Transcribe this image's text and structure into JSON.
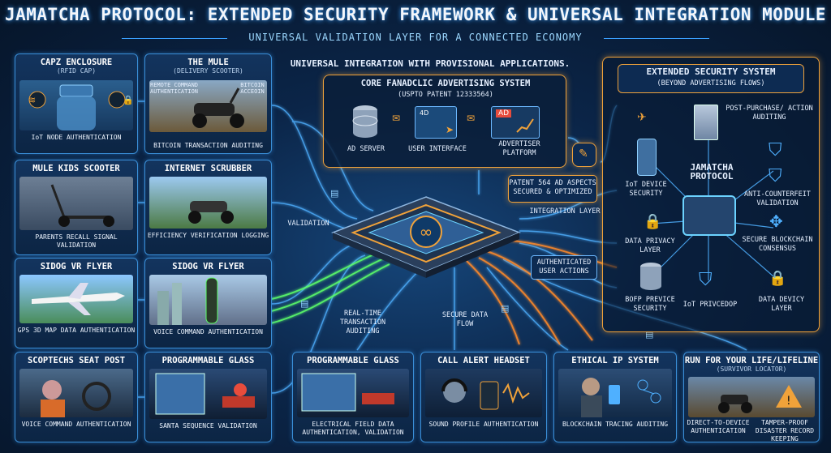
{
  "title": "JAMATCHA PROTOCOL: EXTENDED SECURITY FRAMEWORK & UNIVERSAL INTEGRATION MODULE",
  "subtitle": "UNIVERSAL VALIDATION LAYER FOR A CONNECTED ECONOMY",
  "header_integration": "UNIVERSAL INTEGRATION WITH PROVISIONAL APPLICATIONS.",
  "left_column": [
    {
      "title": "CAPZ ENCLOSURE",
      "sub": "(RFID CAP)",
      "caption": "IoT NODE AUTHENTICATION"
    },
    {
      "title": "MULE KIDS SCOOTER",
      "caption": "PARENTS RECALL SIGNAL VALIDATION"
    },
    {
      "title": "SIDOG VR FLYER",
      "caption": "GPS 3D MAP DATA AUTHENTICATION"
    },
    {
      "title": "SCOPTECHS SEAT POST",
      "caption": "VOICE COMMAND AUTHENTICATION"
    }
  ],
  "second_column": [
    {
      "title": "THE MULE",
      "sub": "(DELIVERY SCOOTER)",
      "note_left": "REMOTE COMMAND AUTHENTICATION",
      "note_right": "BITCOIN ACCEOIN",
      "caption": "BITCOIN TRANSACTION AUDITING"
    },
    {
      "title": "INTERNET SCRUBBER",
      "caption": "EFFICIENCY VERIFICATION LOGGING"
    },
    {
      "title": "SIDOG VR FLYER",
      "caption": "VOICE COMMAND AUTHENTICATION"
    },
    {
      "title": "PROGRAMMABLE GLASS",
      "caption": "SANTA SEQUENCE VALIDATION"
    }
  ],
  "bottom_row": [
    {
      "title": "PROGRAMMABLE GLASS",
      "caption": "ELECTRICAL FIELD DATA AUTHENTICATION, VALIDATION"
    },
    {
      "title": "CALL ALERT HEADSET",
      "caption": "SOUND PROFILE AUTHENTICATION"
    },
    {
      "title": "ETHICAL IP SYSTEM",
      "caption": "BLOCKCHAIN TRACING AUDITING"
    },
    {
      "title": "RUN FOR YOUR LIFE/LIFELINE",
      "sub": "(SURVIVOR LOCATOR)",
      "caption_left": "DIRECT-TO-DEVICE AUTHENTICATION",
      "caption_right": "TAMPER-PROOF DISASTER RECORD KEEPING"
    }
  ],
  "core_system": {
    "title": "CORE FANADCLIC ADVERTISING SYSTEM",
    "sub": "(USPTO PATENT 12333564)",
    "items": [
      "AD SERVER",
      "USER INTERFACE",
      "ADVERTISER PLATFORM"
    ],
    "ad_badge": "AD",
    "ui_badge": "4D",
    "patent_tag": "PATENT 564 AD ASPECTS SECURED & OPTIMIZED"
  },
  "center_labels": {
    "validation": "VALIDATION",
    "integration_layer": "INTEGRATION LAYER",
    "authenticated": "AUTHENTICATED USER ACTIONS",
    "realtime": "REAL-TIME TRANSACTION AUDITING",
    "secure_flow": "SECURE DATA FLOW"
  },
  "extended_security": {
    "title": "EXTENDED SECURITY SYSTEM",
    "sub": "(BEYOND ADVERTISING FLOWS)",
    "hub_label": "JAMATCHA PROTOCOL",
    "items": [
      "POST-PURCHASE/ ACTION AUDITING",
      "IoT DEVICE SECURITY",
      "ANTI-COUNTERFEIT VALIDATION",
      "DATA PRIVACY LAYER",
      "SECURE BLOCKCHAIN CONSENSUS",
      "BOFP PREVICE SECURITY",
      "IoT PRIVCEDOP",
      "DATA DEVICY LAYER"
    ]
  },
  "colors": {
    "accent": "#3aa0ff",
    "orange": "#f0a23a",
    "green": "#5dff6a",
    "bg": "#0b2548"
  }
}
